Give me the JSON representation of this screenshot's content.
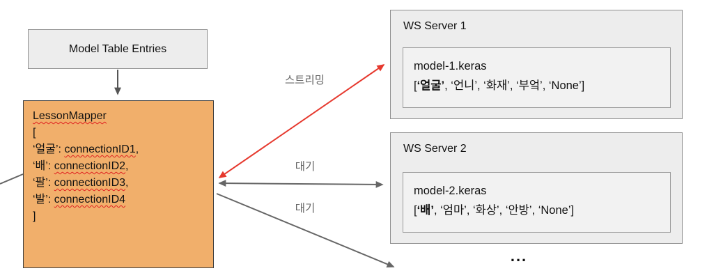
{
  "colors": {
    "box_fill": "#ededed",
    "box_border": "#8f8f8f",
    "mapper_fill": "#f1af6b",
    "mapper_border": "#3f3f3f",
    "arrow_gray": "#666666",
    "arrow_dark": "#555555",
    "arrow_red": "#e6392e",
    "spellcheck_red": "#e02020"
  },
  "model_table": {
    "label": "Model Table Entries"
  },
  "lesson_mapper": {
    "title": "LessonMapper",
    "open": "[",
    "close": "]",
    "entries": [
      {
        "key": "‘얼굴’: ",
        "id": "connectionID1",
        "suffix": ","
      },
      {
        "key": "‘배’: ",
        "id": "connectionID2",
        "suffix": ","
      },
      {
        "key": "‘팔’: ",
        "id": "connectionID3",
        "suffix": ","
      },
      {
        "key": "‘발’: ",
        "id": "connectionID4",
        "suffix": ""
      }
    ]
  },
  "servers": [
    {
      "title": "WS Server 1",
      "model_file": "model-1.keras",
      "labels_open": "[",
      "first_label": "‘얼굴’",
      "labels_rest": ", ‘언니’, ‘화재’, ‘부엌’, ‘None’]"
    },
    {
      "title": "WS Server 2",
      "model_file": "model-2.keras",
      "labels_open": "[",
      "first_label": "‘배’",
      "labels_rest": ", ‘엄마’, ‘화상’, ‘안방’, ‘None’]"
    }
  ],
  "edges": {
    "streaming_label": "스트리밍",
    "wait_label_1": "대기",
    "wait_label_2": "대기"
  },
  "ellipsis": "..."
}
